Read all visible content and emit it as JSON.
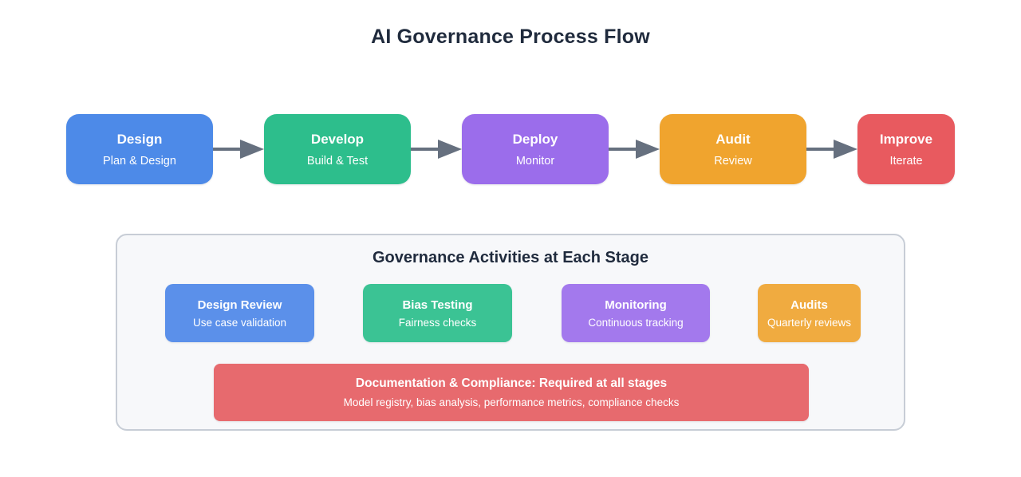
{
  "page": {
    "title": "AI Governance Process Flow",
    "title_color": "#202b3d"
  },
  "flow": {
    "arrow_color": "#66707f",
    "stages": [
      {
        "title": "Design",
        "subtitle": "Plan & Design",
        "color": "#4d8ae8"
      },
      {
        "title": "Develop",
        "subtitle": "Build & Test",
        "color": "#2dbe8c"
      },
      {
        "title": "Deploy",
        "subtitle": "Monitor",
        "color": "#9b6deb"
      },
      {
        "title": "Audit",
        "subtitle": "Review",
        "color": "#f0a42e"
      },
      {
        "title": "Improve",
        "subtitle": "Iterate",
        "color": "#e85a5f"
      }
    ]
  },
  "panel": {
    "heading": "Governance Activities at Each Stage",
    "background": "#f7f8fa",
    "border_color": "#c7cdd6",
    "activities": [
      {
        "title": "Design Review",
        "subtitle": "Use case validation",
        "color": "#5b90ea"
      },
      {
        "title": "Bias Testing",
        "subtitle": "Fairness checks",
        "color": "#3bc394"
      },
      {
        "title": "Monitoring",
        "subtitle": "Continuous tracking",
        "color": "#a379ed"
      },
      {
        "title": "Audits",
        "subtitle": "Quarterly reviews",
        "color": "#f0ab40"
      }
    ],
    "banner": {
      "title": "Documentation & Compliance: Required at all stages",
      "subtitle": "Model registry, bias analysis, performance metrics, compliance checks",
      "color": "#e76a6e"
    }
  }
}
